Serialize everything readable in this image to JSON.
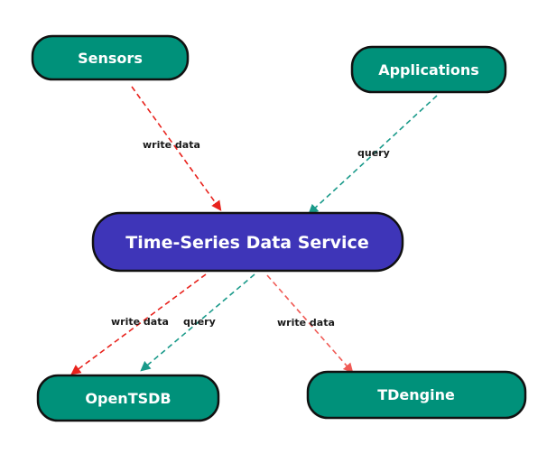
{
  "colors": {
    "node_fill": "#00917a",
    "center_fill": "#3e35b8",
    "border": "#111111",
    "write_edge": "#e8221c",
    "query_edge": "#1a9a8a",
    "write_edge_light": "#f05a55"
  },
  "nodes": {
    "sensors": {
      "label": "Sensors"
    },
    "applications": {
      "label": "Applications"
    },
    "service": {
      "label": "Time-Series Data Service"
    },
    "opentsdb": {
      "label": "OpenTSDB"
    },
    "tdengine": {
      "label": "TDengine"
    }
  },
  "edges": {
    "sensors_to_service": {
      "label": "write data",
      "kind": "write"
    },
    "applications_to_service": {
      "label": "query",
      "kind": "query"
    },
    "service_to_opentsdb_write": {
      "label": "write data",
      "kind": "write"
    },
    "service_to_opentsdb_query": {
      "label": "query",
      "kind": "query"
    },
    "service_to_tdengine": {
      "label": "write data",
      "kind": "write"
    }
  }
}
